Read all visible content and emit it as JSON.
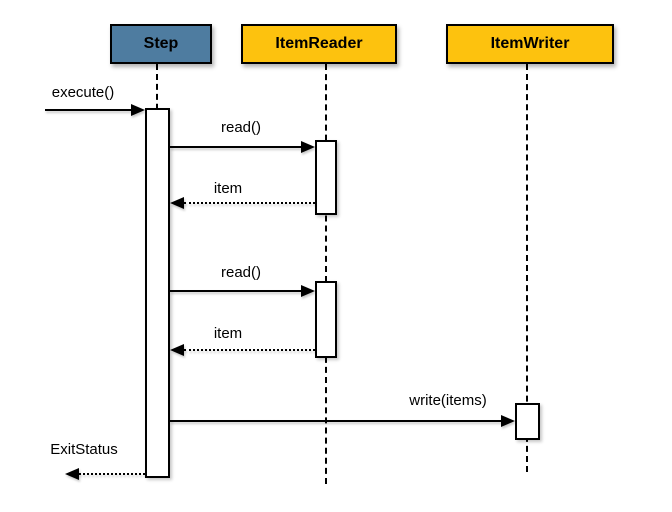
{
  "diagram": {
    "type": "uml-sequence",
    "background_color": "#ffffff",
    "colors": {
      "step_fill": "#4E7CA0",
      "reader_fill": "#FDC20E",
      "writer_fill": "#FDC20E",
      "border": "#000000",
      "text": "#000000"
    },
    "actors": [
      {
        "id": "step",
        "label": "Step",
        "fill": "#4E7CA0"
      },
      {
        "id": "item-reader",
        "label": "ItemReader",
        "fill": "#FDC20E"
      },
      {
        "id": "item-writer",
        "label": "ItemWriter",
        "fill": "#FDC20E"
      }
    ],
    "messages": [
      {
        "label": "execute()",
        "from": "caller",
        "to": "step",
        "style": "solid"
      },
      {
        "label": "read()",
        "from": "step",
        "to": "item-reader",
        "style": "solid"
      },
      {
        "label": "item",
        "from": "item-reader",
        "to": "step",
        "style": "dotted"
      },
      {
        "label": "read()",
        "from": "step",
        "to": "item-reader",
        "style": "solid"
      },
      {
        "label": "item",
        "from": "item-reader",
        "to": "step",
        "style": "dotted"
      },
      {
        "label": "write(items)",
        "from": "step",
        "to": "item-writer",
        "style": "solid"
      },
      {
        "label": "ExitStatus",
        "from": "step",
        "to": "caller",
        "style": "dotted"
      }
    ]
  }
}
